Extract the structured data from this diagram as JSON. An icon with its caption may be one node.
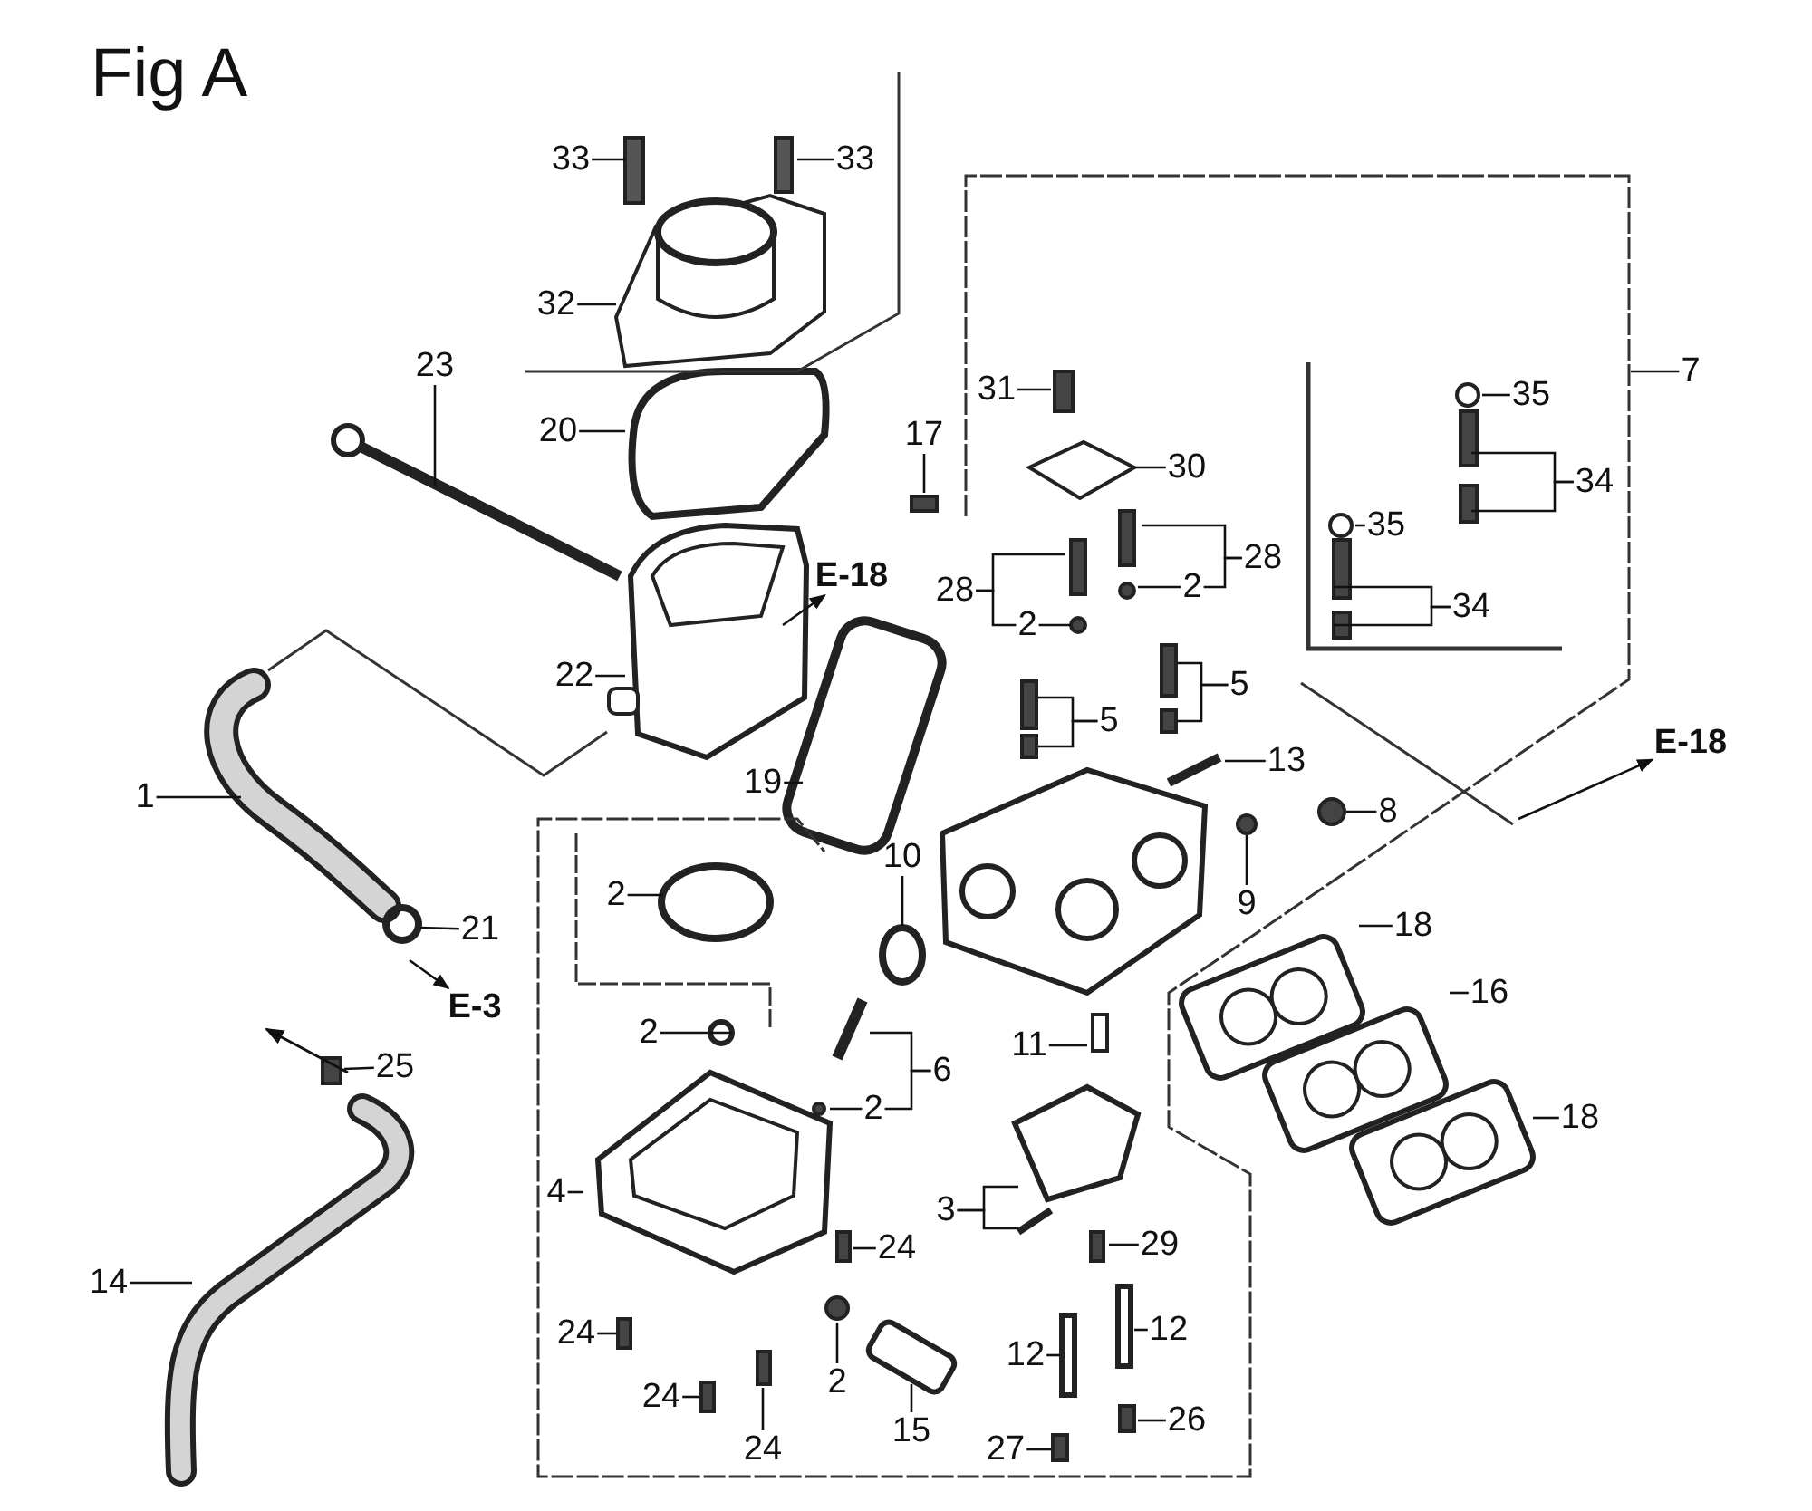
{
  "diagram": {
    "title": "Fig A",
    "nodes": [
      {
        "text": [
          "33"
        ]
      },
      {
        "text": [
          "33"
        ]
      },
      {
        "text": [
          "32"
        ]
      },
      {
        "text": [
          "23"
        ]
      },
      {
        "text": [
          "20"
        ]
      },
      {
        "text": [
          "17"
        ]
      },
      {
        "text": [
          "31"
        ]
      },
      {
        "text": [
          "30"
        ]
      },
      {
        "text": [
          "7"
        ]
      },
      {
        "text": [
          "35"
        ]
      },
      {
        "text": [
          "34"
        ]
      },
      {
        "text": [
          "35"
        ]
      },
      {
        "text": [
          "34"
        ]
      },
      {
        "text": [
          "28"
        ]
      },
      {
        "text": [
          "2"
        ]
      },
      {
        "text": [
          "28"
        ]
      },
      {
        "text": [
          "2"
        ]
      },
      {
        "text": [
          "5"
        ]
      },
      {
        "text": [
          "5"
        ]
      },
      {
        "text": [
          "13"
        ]
      },
      {
        "text": [
          "E-18"
        ]
      },
      {
        "text": [
          "E-18"
        ]
      },
      {
        "text": [
          "22"
        ]
      },
      {
        "text": [
          "19"
        ]
      },
      {
        "text": [
          "1"
        ]
      },
      {
        "text": [
          "8"
        ]
      },
      {
        "text": [
          "10"
        ]
      },
      {
        "text": [
          "9"
        ]
      },
      {
        "text": [
          "2"
        ]
      },
      {
        "text": [
          "21"
        ]
      },
      {
        "text": [
          "18"
        ]
      },
      {
        "text": [
          "E-3"
        ]
      },
      {
        "text": [
          "2"
        ]
      },
      {
        "text": [
          "16"
        ]
      },
      {
        "text": [
          "25"
        ]
      },
      {
        "text": [
          "6"
        ]
      },
      {
        "text": [
          "2"
        ]
      },
      {
        "text": [
          "11"
        ]
      },
      {
        "text": [
          "18"
        ]
      },
      {
        "text": [
          "4"
        ]
      },
      {
        "text": [
          "3"
        ]
      },
      {
        "text": [
          "29"
        ]
      },
      {
        "text": [
          "24"
        ]
      },
      {
        "text": [
          "14"
        ]
      },
      {
        "text": [
          "12"
        ]
      },
      {
        "text": [
          "24"
        ]
      },
      {
        "text": [
          "12"
        ]
      },
      {
        "text": [
          "2"
        ]
      },
      {
        "text": [
          "24"
        ]
      },
      {
        "text": [
          "26"
        ]
      },
      {
        "text": [
          "15"
        ]
      },
      {
        "text": [
          "24"
        ]
      },
      {
        "text": [
          "27"
        ]
      }
    ],
    "edges": [
      {
        "from": 0,
        "to": null,
        "arrow": "none"
      },
      {
        "from": 1,
        "to": null,
        "arrow": "none"
      },
      {
        "from": 2,
        "to": null,
        "arrow": "none"
      },
      {
        "from": 3,
        "to": null,
        "arrow": "none"
      },
      {
        "from": 4,
        "to": null,
        "arrow": "none"
      },
      {
        "from": 5,
        "to": null,
        "arrow": "none"
      },
      {
        "from": 6,
        "to": null,
        "arrow": "none"
      },
      {
        "from": 7,
        "to": null,
        "arrow": "none"
      },
      {
        "from": 8,
        "to": null,
        "arrow": "none"
      },
      {
        "from": 9,
        "to": null,
        "arrow": "none"
      },
      {
        "from": 10,
        "to": null,
        "arrow": "none"
      },
      {
        "from": 10,
        "to": null,
        "arrow": "none"
      },
      {
        "from": 11,
        "to": null,
        "arrow": "none"
      },
      {
        "from": 12,
        "to": null,
        "arrow": "none"
      },
      {
        "from": 12,
        "to": null,
        "arrow": "none"
      },
      {
        "from": 13,
        "to": null,
        "arrow": "none"
      },
      {
        "from": 13,
        "to": 14,
        "arrow": "none"
      },
      {
        "from": 14,
        "to": null,
        "arrow": "none"
      },
      {
        "from": 15,
        "to": null,
        "arrow": "none"
      },
      {
        "from": 15,
        "to": 16,
        "arrow": "none"
      },
      {
        "from": 16,
        "to": null,
        "arrow": "none"
      },
      {
        "from": 17,
        "to": null,
        "arrow": "none"
      },
      {
        "from": 17,
        "to": null,
        "arrow": "none"
      },
      {
        "from": 18,
        "to": null,
        "arrow": "none"
      },
      {
        "from": 18,
        "to": null,
        "arrow": "none"
      },
      {
        "from": 19,
        "to": null,
        "arrow": "none"
      },
      {
        "from": null,
        "to": 20,
        "arrow": "to"
      },
      {
        "from": null,
        "to": 21,
        "arrow": "to"
      },
      {
        "from": 22,
        "to": null,
        "arrow": "none"
      },
      {
        "from": 23,
        "to": null,
        "arrow": "none"
      },
      {
        "from": 24,
        "to": null,
        "arrow": "none"
      },
      {
        "from": 25,
        "to": null,
        "arrow": "none"
      },
      {
        "from": 26,
        "to": null,
        "arrow": "none"
      },
      {
        "from": 27,
        "to": null,
        "arrow": "none"
      },
      {
        "from": 28,
        "to": null,
        "arrow": "none"
      },
      {
        "from": 29,
        "to": null,
        "arrow": "none"
      },
      {
        "from": 30,
        "to": null,
        "arrow": "none"
      },
      {
        "from": null,
        "to": 31,
        "arrow": "to"
      },
      {
        "from": 32,
        "to": null,
        "arrow": "none"
      },
      {
        "from": 33,
        "to": null,
        "arrow": "none"
      },
      {
        "from": 34,
        "to": null,
        "arrow": "none"
      },
      {
        "from": 35,
        "to": null,
        "arrow": "none"
      },
      {
        "from": 35,
        "to": 36,
        "arrow": "none"
      },
      {
        "from": 36,
        "to": null,
        "arrow": "none"
      },
      {
        "from": 37,
        "to": null,
        "arrow": "none"
      },
      {
        "from": 38,
        "to": null,
        "arrow": "none"
      },
      {
        "from": 39,
        "to": null,
        "arrow": "none"
      },
      {
        "from": 40,
        "to": null,
        "arrow": "none"
      },
      {
        "from": 40,
        "to": null,
        "arrow": "none"
      },
      {
        "from": 41,
        "to": null,
        "arrow": "none"
      },
      {
        "from": 42,
        "to": null,
        "arrow": "none"
      },
      {
        "from": 43,
        "to": null,
        "arrow": "none"
      },
      {
        "from": 44,
        "to": null,
        "arrow": "none"
      },
      {
        "from": 45,
        "to": null,
        "arrow": "none"
      },
      {
        "from": 46,
        "to": null,
        "arrow": "none"
      },
      {
        "from": 47,
        "to": null,
        "arrow": "none"
      },
      {
        "from": 48,
        "to": null,
        "arrow": "none"
      },
      {
        "from": 49,
        "to": null,
        "arrow": "none"
      },
      {
        "from": 50,
        "to": null,
        "arrow": "none"
      },
      {
        "from": 51,
        "to": null,
        "arrow": "none"
      },
      {
        "from": 52,
        "to": null,
        "arrow": "none"
      }
    ]
  }
}
